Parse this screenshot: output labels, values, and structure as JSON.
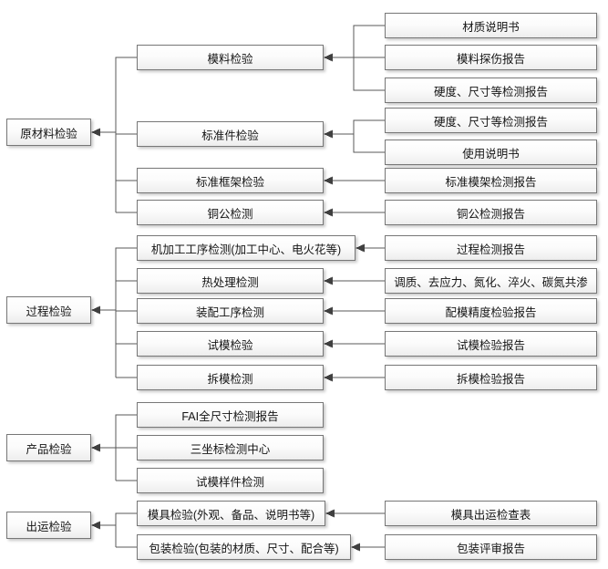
{
  "diagram": {
    "type": "flowchart",
    "groups": [
      {
        "category": "原材料检验",
        "items": [
          {
            "label": "模料检验",
            "reports": [
              "材质说明书",
              "模料探伤报告",
              "硬度、尺寸等检测报告"
            ]
          },
          {
            "label": "标准件检验",
            "reports": [
              "硬度、尺寸等检测报告",
              "使用说明书"
            ]
          },
          {
            "label": "标准框架检验",
            "reports": [
              "标准模架检测报告"
            ]
          },
          {
            "label": "铜公检测",
            "reports": [
              "铜公检测报告"
            ]
          }
        ]
      },
      {
        "category": "过程检验",
        "items": [
          {
            "label": "机加工工序检测(加工中心、电火花等)",
            "reports": [
              "过程检测报告"
            ]
          },
          {
            "label": "热处理检测",
            "reports": [
              "调质、去应力、氮化、淬火、碳氮共渗"
            ]
          },
          {
            "label": "装配工序检测",
            "reports": [
              "配模精度检验报告"
            ]
          },
          {
            "label": "试模检验",
            "reports": [
              "试模检验报告"
            ]
          },
          {
            "label": "拆模检测",
            "reports": [
              "拆模检验报告"
            ]
          }
        ]
      },
      {
        "category": "产品检验",
        "items": [
          {
            "label": "FAI全尺寸检测报告",
            "reports": []
          },
          {
            "label": "三坐标检测中心",
            "reports": []
          },
          {
            "label": "试模样件检测",
            "reports": []
          }
        ]
      },
      {
        "category": "出运检验",
        "items": [
          {
            "label": "模具检验(外观、备品、说明书等)",
            "reports": [
              "模具出运检查表"
            ]
          },
          {
            "label": "包装检验(包装的材质、尺寸、配合等)",
            "reports": [
              "包装评审报告"
            ]
          }
        ]
      }
    ],
    "colors": {
      "background": "#ffffff",
      "box_border": "#777777",
      "box_fill_top": "#ffffff",
      "box_fill_bottom": "#ededed",
      "line": "#595959",
      "arrowhead": "#404040",
      "text": "#141414"
    }
  }
}
